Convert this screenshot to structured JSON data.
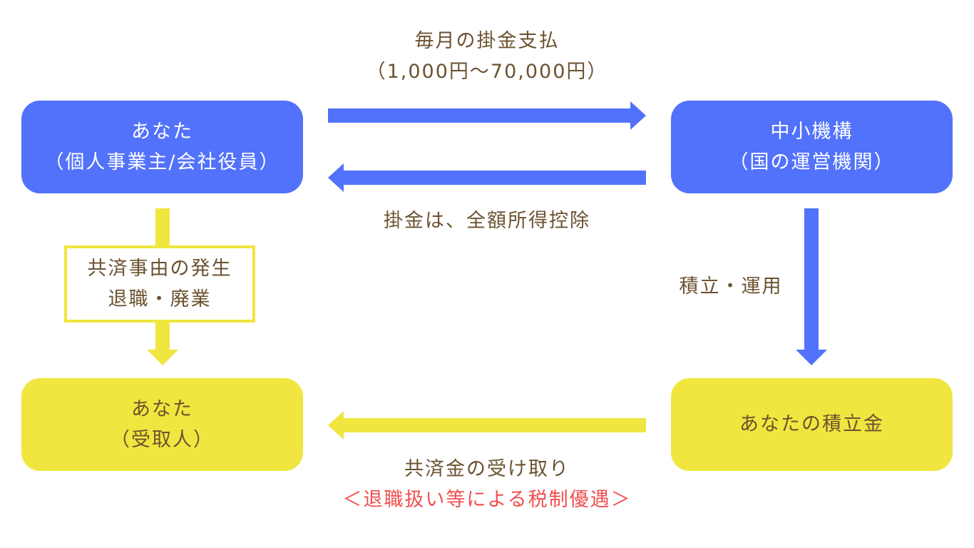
{
  "boxes": {
    "you_top": {
      "line1": "あなた",
      "line2": "（個人事業主/会社役員）"
    },
    "organization": {
      "line1": "中小機構",
      "line2": "（国の運営機関）"
    },
    "you_bottom": {
      "line1": "あなた",
      "line2": "（受取人）"
    },
    "savings": {
      "line1": "あなたの積立金"
    }
  },
  "labels": {
    "payment_line1": "毎月の掛金支払",
    "payment_line2": "（1,000円〜70,000円）",
    "deduction": "掛金は、全額所得控除",
    "operation": "積立・運用",
    "receive_line1": "共済金の受け取り",
    "receive_line2": "＜退職扱い等による税制優遇＞"
  },
  "event": {
    "line1": "共済事由の発生",
    "line2": "退職・廃業"
  },
  "colors": {
    "blue": "#5272fb",
    "yellow": "#f0e63f",
    "text": "#6b5230",
    "highlight": "#ef4f4f"
  }
}
